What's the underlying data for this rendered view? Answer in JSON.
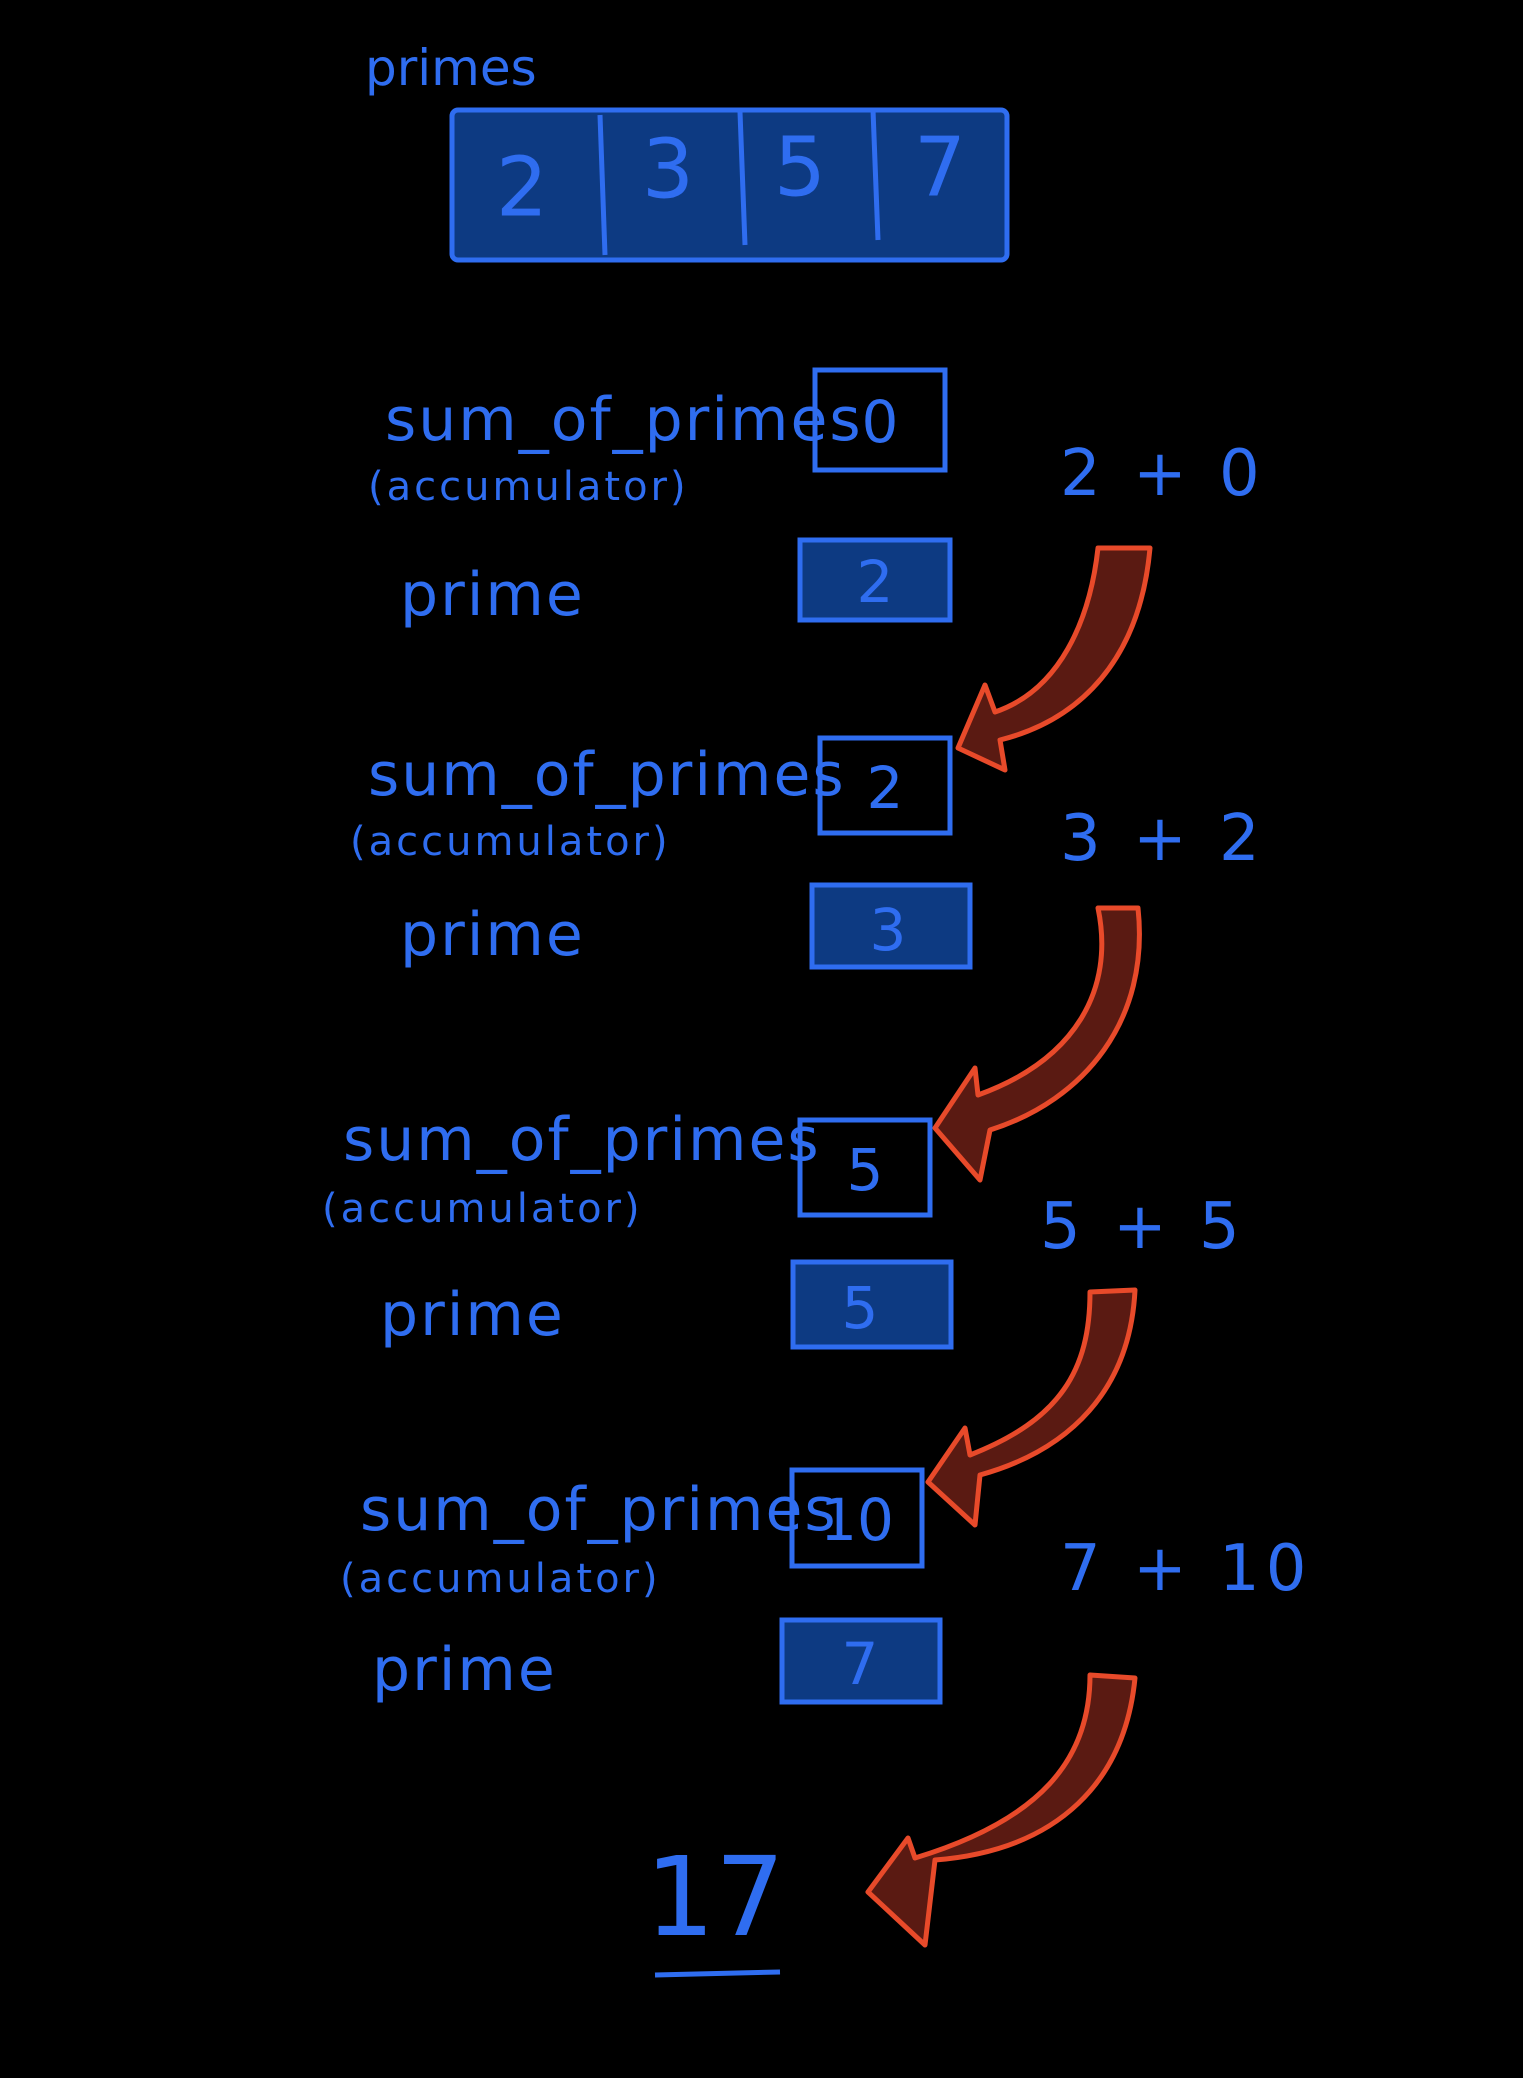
{
  "diagram": {
    "array_label": "primes",
    "array_values": [
      "2",
      "3",
      "5",
      "7"
    ],
    "steps": [
      {
        "accumulator_label": "sum_of_primes",
        "accumulator_note": "(accumulator)",
        "accumulator_value": "0",
        "prime_label": "prime",
        "prime_value": "2",
        "operation": "2 + 0"
      },
      {
        "accumulator_label": "sum_of_primes",
        "accumulator_note": "(accumulator)",
        "accumulator_value": "2",
        "prime_label": "prime",
        "prime_value": "3",
        "operation": "3 + 2"
      },
      {
        "accumulator_label": "sum_of_primes",
        "accumulator_note": "(accumulator)",
        "accumulator_value": "5",
        "prime_label": "prime",
        "prime_value": "5",
        "operation": "5 + 5"
      },
      {
        "accumulator_label": "sum_of_primes",
        "accumulator_note": "(accumulator)",
        "accumulator_value": "10",
        "prime_label": "prime",
        "prime_value": "7",
        "operation": "7 + 10"
      }
    ],
    "result": "17",
    "colors": {
      "ink": "#2f6df0",
      "box_fill": "#0d3a82",
      "arrow_fill": "#5a1a12",
      "arrow_stroke": "#e84a2a",
      "background": "#000000"
    }
  }
}
